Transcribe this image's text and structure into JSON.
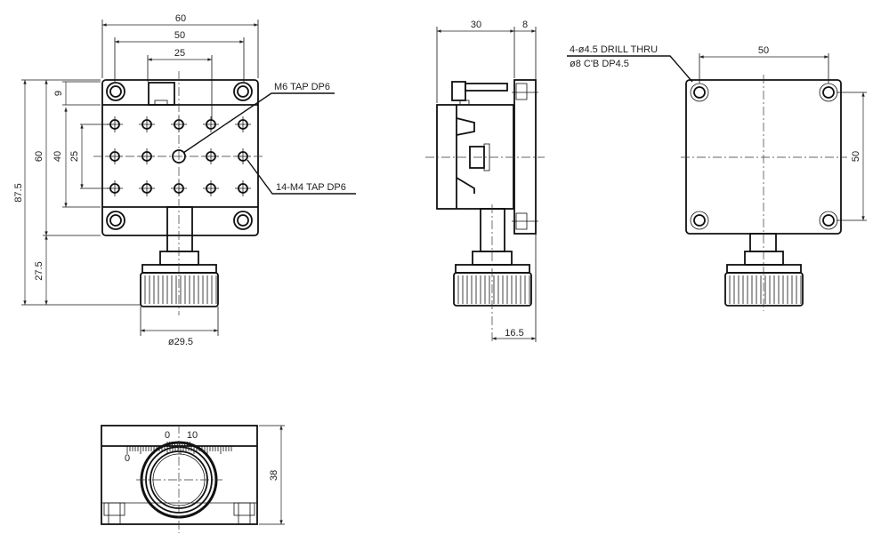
{
  "front_view": {
    "dims": {
      "width_60": "60",
      "holes_50": "50",
      "holes_25": "25",
      "total_87_5": "87.5",
      "height_60": "60",
      "top_9": "9",
      "grid_40": "40",
      "grid_25": "25",
      "knob_27_5": "27.5",
      "knob_dia": "ø29.5"
    },
    "notes": {
      "m6": "M6 TAP DP6",
      "m4": "14-M4 TAP DP6"
    }
  },
  "side_view": {
    "dims": {
      "body_30": "30",
      "plate_8": "8",
      "knob_16_5": "16.5"
    }
  },
  "rear_view": {
    "dims": {
      "horiz_50": "50",
      "vert_50": "50"
    },
    "notes": {
      "drill": "4-ø4.5 DRILL THRU",
      "counterbore": "ø8 C'B DP4.5"
    }
  },
  "bottom_view": {
    "dims": {
      "height_38": "38"
    },
    "scale": {
      "main_zero": "0",
      "main_ten": "10",
      "vernier_zero": "0"
    }
  }
}
